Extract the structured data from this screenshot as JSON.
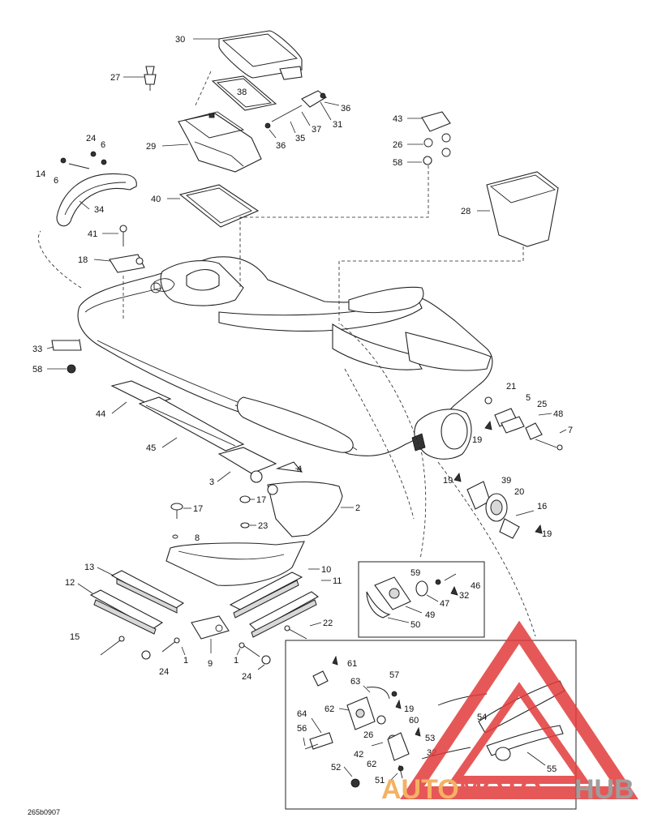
{
  "diagram_code": "265b0907",
  "watermark": {
    "brand_auto": "AUTO",
    "brand_moto": "MOTO",
    "brand_hub": "HUB",
    "color_orange": "#f2a54a",
    "color_red": "#e23b3b",
    "color_grey": "#8e8e8e"
  },
  "callouts": [
    "30",
    "27",
    "38",
    "36",
    "37",
    "31",
    "35",
    "36",
    "29",
    "24",
    "6",
    "14",
    "6",
    "34",
    "40",
    "43",
    "26",
    "58",
    "28",
    "41",
    "18",
    "33",
    "58",
    "44",
    "45",
    "21",
    "5",
    "25",
    "48",
    "7",
    "19",
    "3",
    "4",
    "19",
    "39",
    "20",
    "16",
    "19",
    "17",
    "2",
    "17",
    "23",
    "8",
    "13",
    "10",
    "12",
    "11",
    "59",
    "46",
    "47",
    "32",
    "49",
    "50",
    "15",
    "22",
    "1",
    "9",
    "1",
    "24",
    "24",
    "61",
    "63",
    "57",
    "64",
    "62",
    "19",
    "60",
    "56",
    "26",
    "53",
    "42",
    "32",
    "62",
    "51",
    "52",
    "54",
    "55"
  ]
}
